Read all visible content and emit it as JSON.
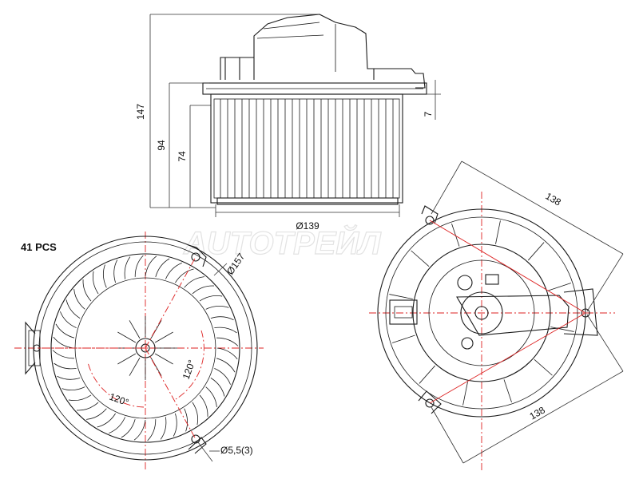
{
  "quantity_label": "41 PCS",
  "watermark": "AUTOTPEЙЛ",
  "colors": {
    "line": "#1a1a1a",
    "centerline": "#d22222",
    "watermark": "#e3e3e3"
  },
  "top_view": {
    "height_total": "147",
    "height_body": "94",
    "height_wheel": "74",
    "flange_thickness": "7",
    "wheel_diameter": "Ø139"
  },
  "front_view": {
    "outer_diameter": "Ø157",
    "hole_spec": "Ø5,5(3)",
    "angle_1": "120°",
    "angle_2": "120°"
  },
  "back_view": {
    "span_top": "138",
    "span_bottom": "138"
  }
}
